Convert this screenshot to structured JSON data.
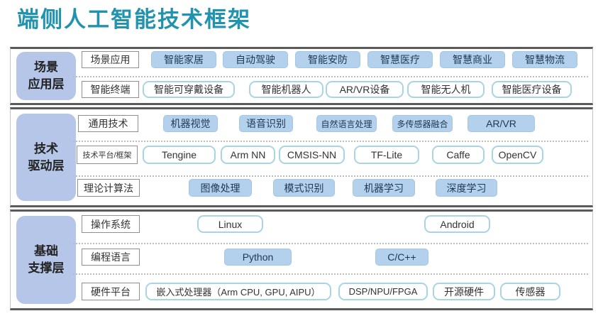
{
  "title": "端侧人工智能技术框架",
  "colors": {
    "title": "#2193ae",
    "side_label_bg": "#b6c6e8",
    "filled_chip_bg": "#b3d1ec",
    "outlined_pill_border": "#a8d4e4",
    "layer_rule": "#5a5a5a"
  },
  "layers": [
    {
      "name": "场景应用层",
      "side_label": "场景\n应用层",
      "rows": [
        {
          "label": "场景应用",
          "items": [
            "智能家居",
            "自动驾驶",
            "智能安防",
            "智慧医疗",
            "智慧商业",
            "智慧物流"
          ]
        },
        {
          "label": "智能终端",
          "items": [
            "智能可穿戴设备",
            "智能机器人",
            "AR/VR设备",
            "智能无人机",
            "智能医疗设备"
          ]
        }
      ]
    },
    {
      "name": "技术驱动层",
      "side_label": "技术\n驱动层",
      "rows": [
        {
          "label": "通用技术",
          "items": [
            "机器视觉",
            "语音识别",
            "自然语言处理",
            "多传感器融合",
            "AR/VR"
          ]
        },
        {
          "label": "技术平台/框架",
          "items": [
            "Tengine",
            "Arm NN",
            "CMSIS-NN",
            "TF-Lite",
            "Caffe",
            "OpenCV"
          ]
        },
        {
          "label": "理论计算法",
          "items": [
            "图像处理",
            "模式识别",
            "机器学习",
            "深度学习"
          ]
        }
      ]
    },
    {
      "name": "基础支撑层",
      "side_label": "基础\n支撑层",
      "rows": [
        {
          "label": "操作系统",
          "items": [
            "Linux",
            "Android"
          ]
        },
        {
          "label": "编程语言",
          "items": [
            "Python",
            "C/C++"
          ]
        },
        {
          "label": "硬件平台",
          "items": [
            "嵌入式处理器（Arm CPU, GPU, AIPU）",
            "DSP/NPU/FPGA",
            "开源硬件",
            "传感器"
          ]
        }
      ]
    }
  ]
}
